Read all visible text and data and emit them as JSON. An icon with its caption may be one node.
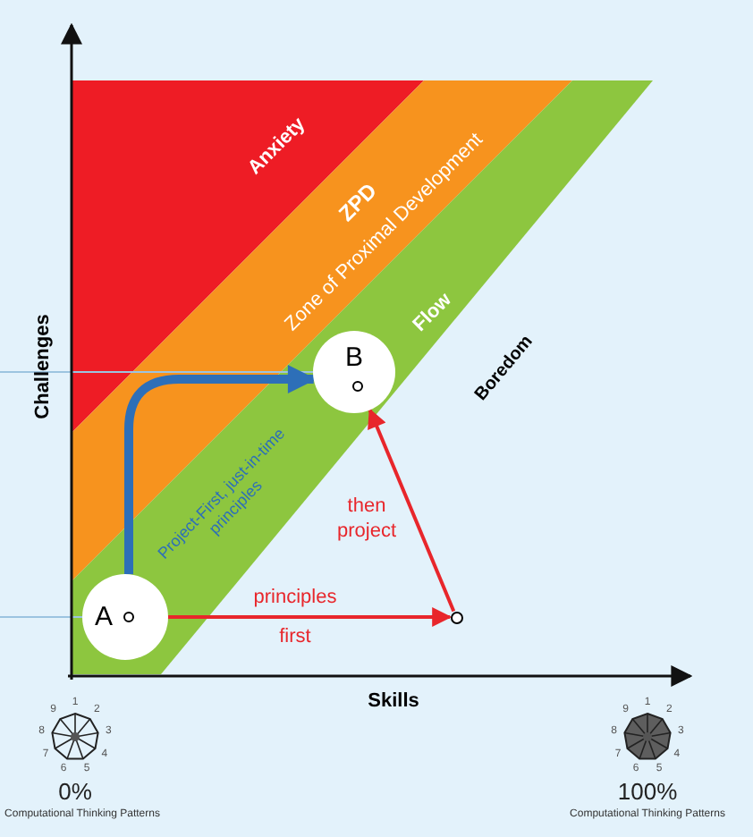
{
  "diagram": {
    "nodes": [
      {
        "text": [
          "A"
        ]
      },
      {
        "text": [
          "B"
        ]
      },
      {
        "text": [],
        "shape": "circle"
      }
    ],
    "edges": [
      {
        "from": 0,
        "to": 1,
        "arrow": "to",
        "label": "Project-First, just-in-time principles",
        "style": "thick",
        "color": "#2d6fb8"
      },
      {
        "from": 0,
        "to": 2,
        "arrow": "to",
        "label": "principles first"
      },
      {
        "from": 2,
        "to": 1,
        "arrow": "to",
        "label": "then project"
      }
    ],
    "labels": [
      "Anxiety",
      "ZPD",
      "Zone of Proximal Development",
      "Flow",
      "Challenges",
      "Boredom",
      "Skills",
      "1",
      "2",
      "3",
      "4",
      "5",
      "6",
      "7",
      "8",
      "9",
      "0%",
      "Computational Thinking Patterns",
      "1",
      "2",
      "3",
      "4",
      "5",
      "6",
      "7",
      "8",
      "9",
      "100%",
      "Computational Thinking Patterns"
    ]
  }
}
